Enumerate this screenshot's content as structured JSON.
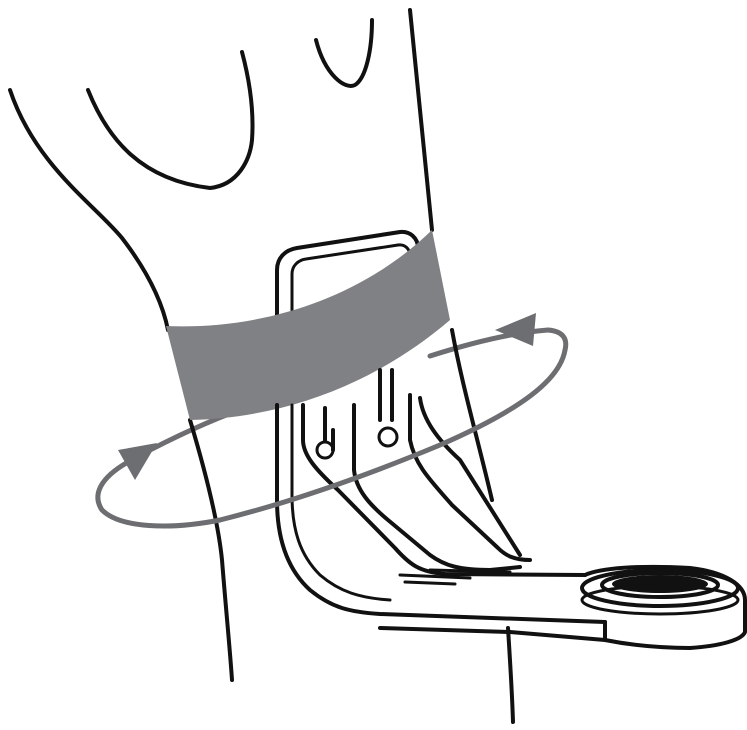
{
  "colors": {
    "background": "#ffffff",
    "line": "#111111",
    "strap": "#808184",
    "arrow": "#6d6e71"
  },
  "icons": {
    "rotation": "curved-arrows-around-stem",
    "strap": "rubber-band-strap",
    "mount": "handlebar-stem-mount"
  }
}
